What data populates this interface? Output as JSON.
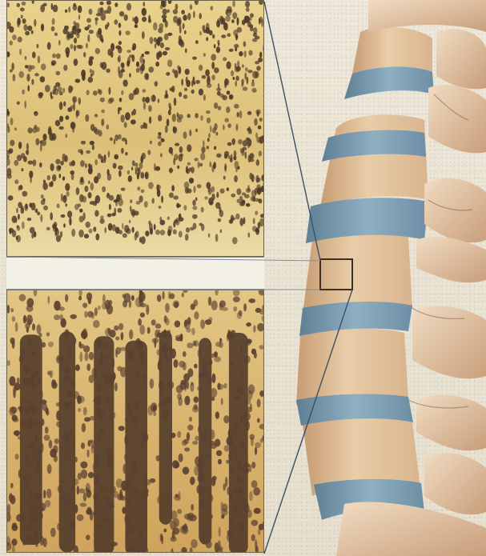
{
  "figure": {
    "kind": "illustration",
    "upper_panel": "healthy-trabecular-bone",
    "lower_panel": "osteoporotic-trabecular-bone",
    "right_panel": "lumbar-spine-segment",
    "colors": {
      "bone_light": "#e8cf8a",
      "bone_dark": "#5a4631",
      "disc": "#6f8ea0",
      "frame_line": "#6b6048"
    }
  }
}
